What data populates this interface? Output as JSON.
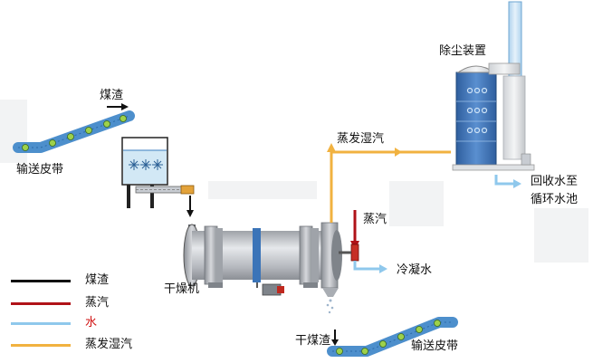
{
  "labels": {
    "coal_top": "煤渣",
    "conveyor_left": "输送皮带",
    "dust_remover": "除尘装置",
    "wet_steam": "蒸发湿汽",
    "recycle_line1": "回收水至",
    "recycle_line2": "循环水池",
    "steam": "蒸汽",
    "condensate": "冷凝水",
    "dryer": "干燥机",
    "dry_coal": "干煤渣",
    "conveyor_right": "输送皮带"
  },
  "legend": [
    {
      "label": "煤渣",
      "color": "#111111",
      "text_color": "#111111"
    },
    {
      "label": "蒸汽",
      "color": "#b01218",
      "text_color": "#111111"
    },
    {
      "label": "水",
      "color": "#8fc8ec",
      "text_color": "#d01010"
    },
    {
      "label": "蒸发湿汽",
      "color": "#f1b240",
      "text_color": "#111111"
    }
  ],
  "colors": {
    "coal_line": "#111111",
    "steam_line": "#b01218",
    "water_line": "#8fc8ec",
    "wet_steam_line": "#f1b240",
    "conveyor_belt": "#4d8fcc",
    "roller": "#9dd14a",
    "drum_body": "#b9bcc2",
    "tank_water": "#d2e8f5",
    "dust_body": "#3e73b5"
  }
}
